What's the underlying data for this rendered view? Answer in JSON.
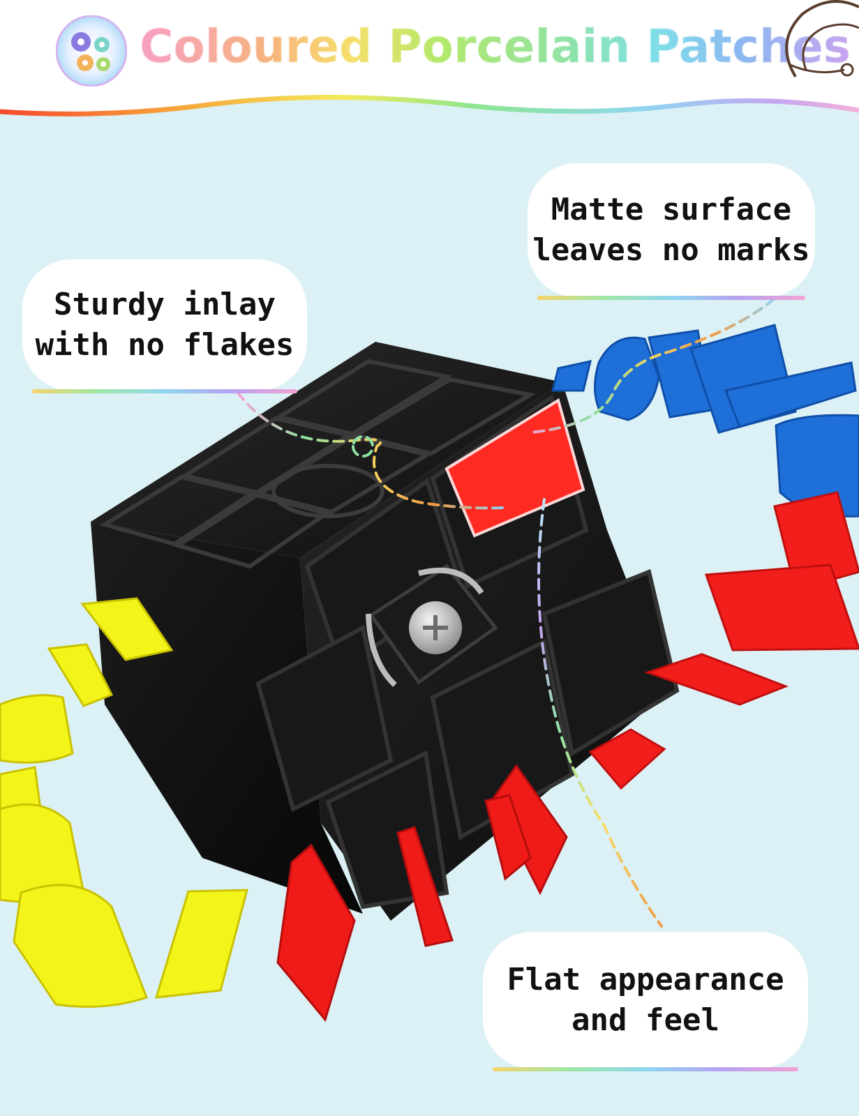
{
  "header": {
    "title": "Coloured Porcelain Patches",
    "left_icon": "gears-icon",
    "right_icon": "brand-logo-icon"
  },
  "callouts": {
    "sturdy": "Sturdy inlay\nwith no flakes",
    "matte": "Matte surface\nleaves no marks",
    "flat": "Flat appearance\nand feel"
  },
  "colors": {
    "background": "#dcf1f5",
    "cube_body": "#141414",
    "patch_red": "#ff2a22",
    "patch_blue": "#1f6fd8",
    "patch_yellow": "#f3f51a"
  }
}
